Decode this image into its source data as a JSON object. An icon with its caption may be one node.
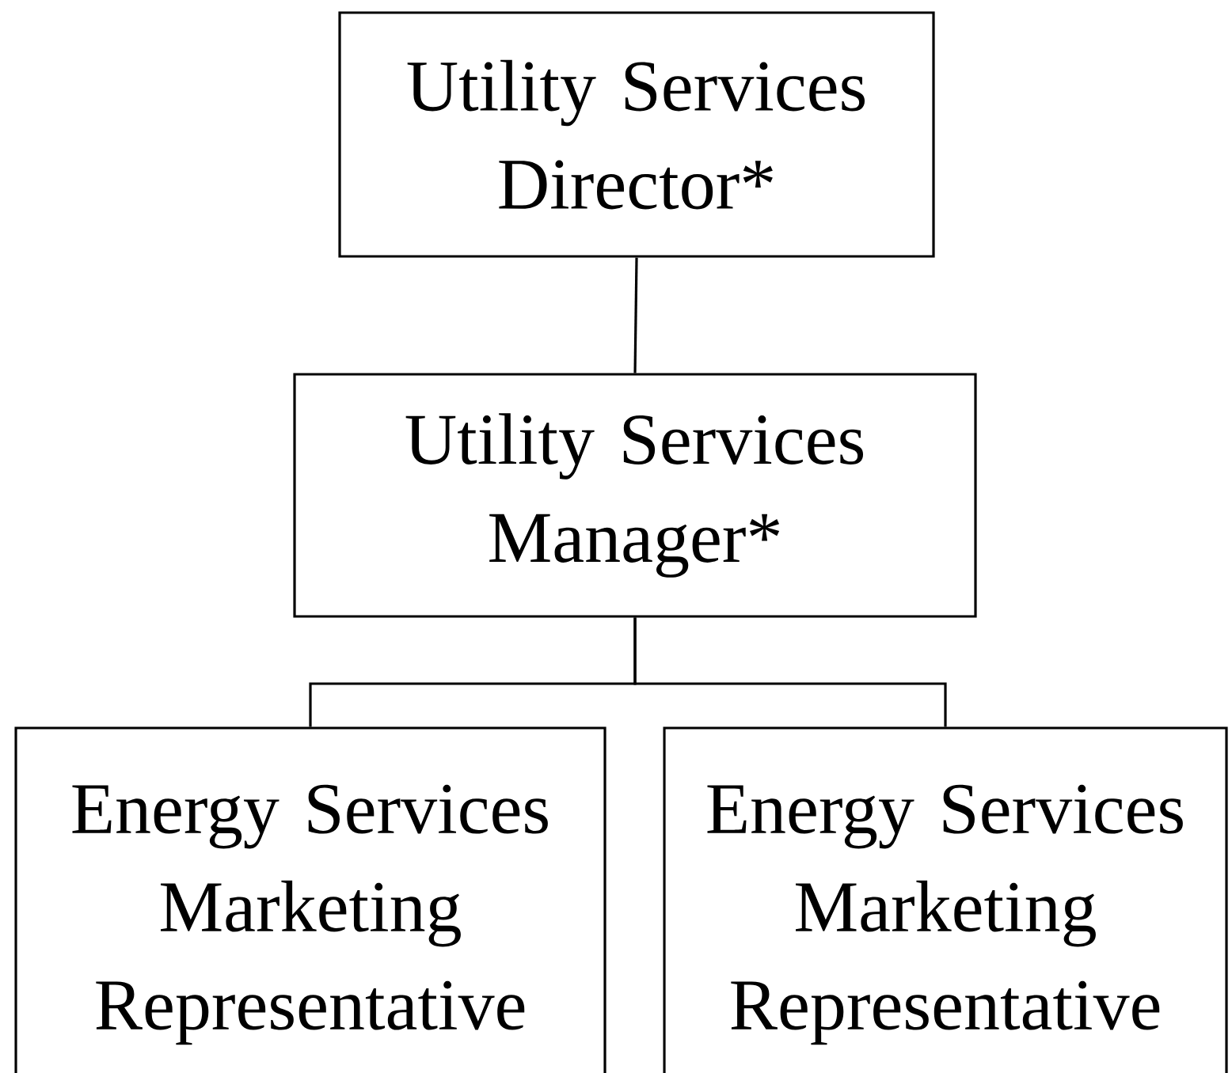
{
  "diagram": {
    "nodes": [
      {
        "text": [
          "Utility Services Director*"
        ]
      },
      {
        "text": [
          "Utility Services Manager*"
        ]
      },
      {
        "text": [
          "Energy Services Marketing Representative"
        ]
      },
      {
        "text": [
          "Energy Services Marketing Representative"
        ]
      }
    ],
    "edges": [
      {
        "from": 0,
        "to": 1,
        "arrow": "none"
      },
      {
        "from": 1,
        "to": 2,
        "arrow": "none"
      },
      {
        "from": 1,
        "to": 3,
        "arrow": "none"
      }
    ]
  }
}
